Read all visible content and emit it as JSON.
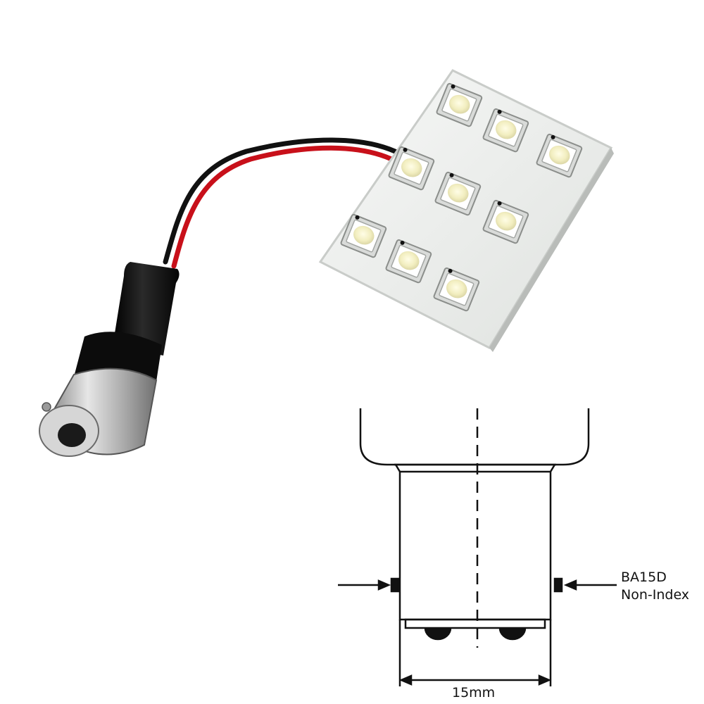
{
  "diagram": {
    "base_type": "BA15D",
    "base_variant": "Non-Index",
    "dimension": "15mm"
  },
  "colors": {
    "board": "#eef0ee",
    "led": "#f6f2c8",
    "wire_red": "#c8101a",
    "wire_black": "#111111",
    "socket": "#111111",
    "metal": "#bfbfbf",
    "line": "#111111"
  }
}
